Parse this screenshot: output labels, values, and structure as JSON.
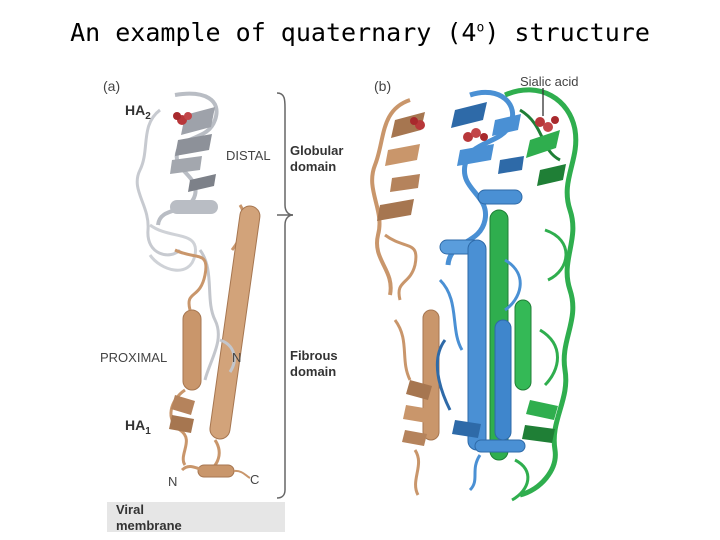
{
  "slide": {
    "title_text": "An example of quaternary (4",
    "title_sup": "o",
    "title_end": ") structure"
  },
  "figure": {
    "panel_a": "(a)",
    "panel_b": "(b)",
    "ha2_main": "HA",
    "ha2_sub": "2",
    "ha1_main": "HA",
    "ha1_sub": "1",
    "distal": "DISTAL",
    "proximal": "PROXIMAL",
    "globular_line1": "Globular",
    "globular_line2": "domain",
    "fibrous_line1": "Fibrous",
    "fibrous_line2": "domain",
    "n_terminus": "N",
    "c_terminus": "C",
    "membrane_line1": "Viral",
    "membrane_line2": "membrane",
    "sialic_acid": "Sialic acid"
  },
  "colors": {
    "tan": "#c9966b",
    "tan_dark": "#a67650",
    "grey": "#b9bdc4",
    "grey_dark": "#7d8189",
    "blue": "#4a90d4",
    "blue_dark": "#2e6aa8",
    "green": "#2fae4e",
    "green_dark": "#1f7f36",
    "ligand": "#b8373a"
  }
}
